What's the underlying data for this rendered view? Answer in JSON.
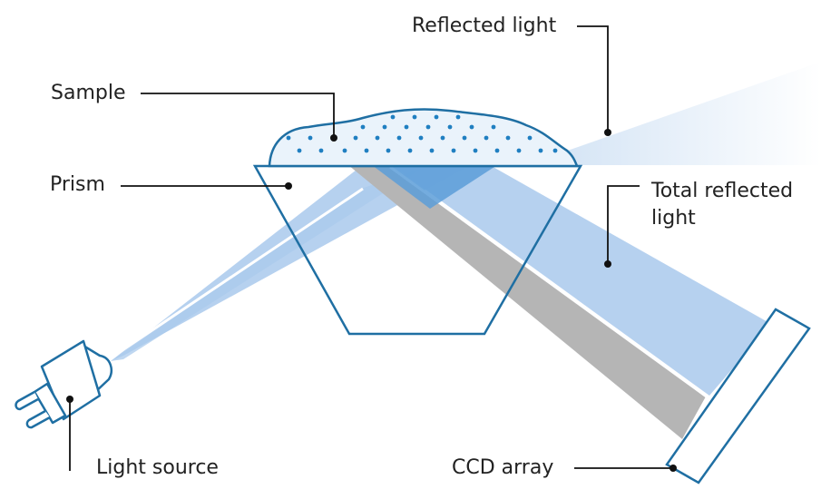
{
  "labels": {
    "reflected_light": "Reflected light",
    "sample": "Sample",
    "prism": "Prism",
    "total_reflected_line1": "Total reflected",
    "total_reflected_line2": "light",
    "light_source": "Light source",
    "ccd_array": "CCD array"
  },
  "colors": {
    "outline_blue": "#1f6fa3",
    "sample_fill": "#eaf3fb",
    "sample_dot": "#1f7fc1",
    "beam_light_blue": "#a9c9ec",
    "beam_overlap_blue": "#5c9ed8",
    "reflected_glow": "#cfe1f4",
    "gray_beam": "#b5b5b5",
    "leader_line": "#111111",
    "text": "#222222"
  }
}
